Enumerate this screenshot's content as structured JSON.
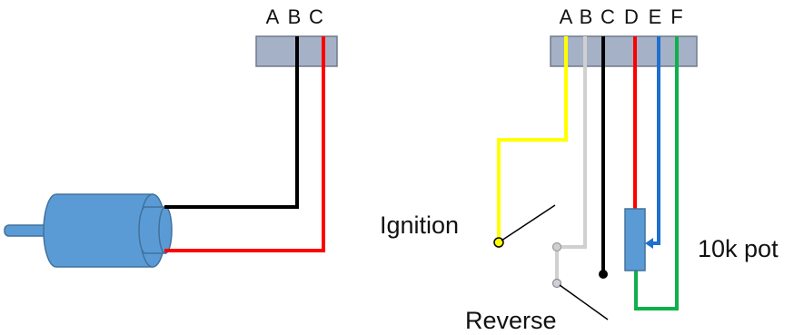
{
  "motor_connector": {
    "pins": [
      "A",
      "B",
      "C"
    ]
  },
  "controller_connector": {
    "pins": [
      "A",
      "B",
      "C",
      "D",
      "E",
      "F"
    ]
  },
  "labels": {
    "ignition": "Ignition",
    "reverse": "Reverse",
    "pot": "10k pot"
  },
  "colors": {
    "black": "#000000",
    "red": "#ff0000",
    "yellow": "#ffff00",
    "grey": "#d0d0d0",
    "blue": "#1f6fce",
    "green": "#0fb04a",
    "component_blue": "#5b9bd5"
  }
}
